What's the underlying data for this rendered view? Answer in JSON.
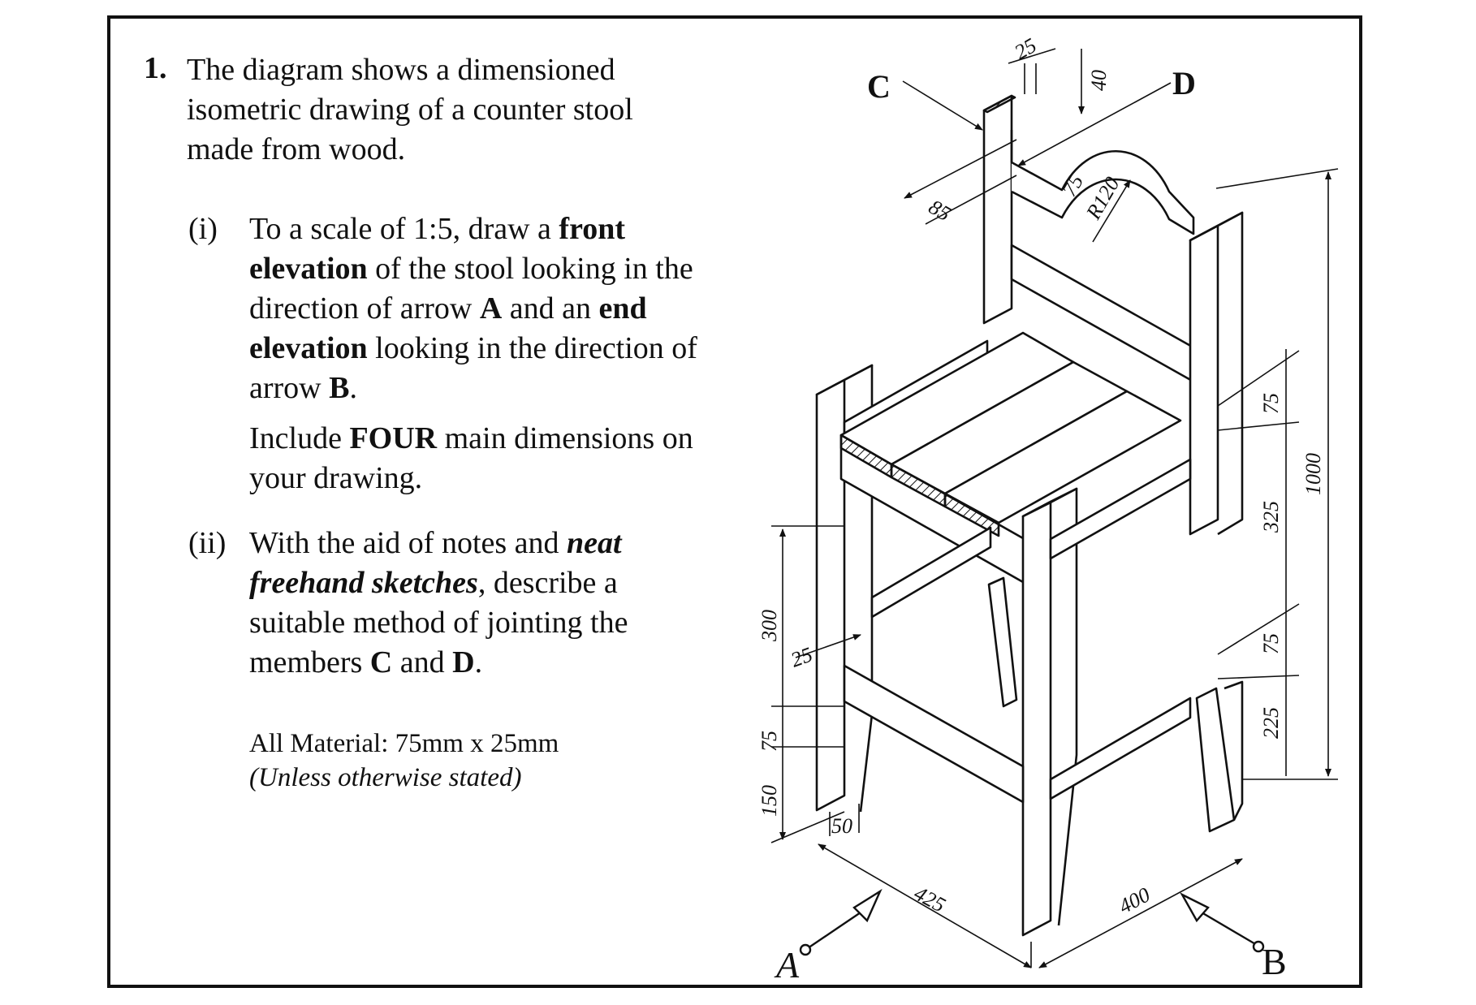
{
  "question": {
    "number": "1.",
    "intro": "The diagram shows a dimensioned isometric drawing of a counter stool made from wood.",
    "part_i": {
      "label": "(i)",
      "text_1": "To a scale of 1:5, draw a ",
      "bold_1": "front elevation",
      "text_2": " of the stool looking in the direction of arrow ",
      "bold_2": "A",
      "text_3": " and an ",
      "bold_3": "end elevation",
      "text_4": " looking in the direction of arrow ",
      "bold_4": "B",
      "text_5": ".",
      "dim_text_1": "Include ",
      "dim_bold": "FOUR",
      "dim_text_2": " main dimensions on your drawing."
    },
    "part_ii": {
      "label": "(ii)",
      "text_1": "With the aid of notes and ",
      "bold_italic": "neat freehand sketches",
      "text_2": ", describe a suitable method of jointing the members ",
      "bold_c": "C",
      "text_3": " and ",
      "bold_d": "D",
      "text_4": "."
    },
    "material": "All Material: 75mm x 25mm",
    "material_note": "(Unless otherwise stated)"
  },
  "diagram": {
    "labels": {
      "c": "C",
      "d": "D",
      "a": "A",
      "b": "B"
    },
    "dimensions": {
      "d25_top": "25",
      "d40": "40",
      "d85": "85",
      "d75_top": "75",
      "r120": "R120",
      "d1000": "1000",
      "d75_right_upper": "75",
      "d325": "325",
      "d75_right_lower": "75",
      "d225": "225",
      "d300": "300",
      "d25_left": "25",
      "d75_left": "75",
      "d150": "150",
      "d50": "50",
      "d425": "425",
      "d400": "400"
    }
  }
}
